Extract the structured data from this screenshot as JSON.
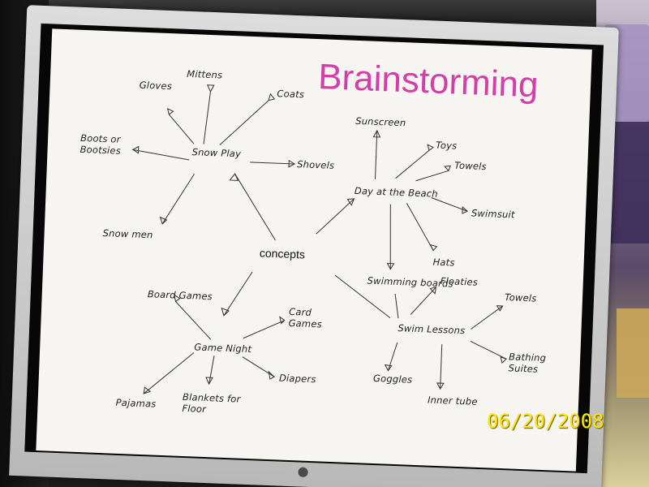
{
  "slide": {
    "title": "Brainstorming",
    "center": "concepts"
  },
  "clusters": {
    "snow_play": {
      "hub": "Snow Play",
      "items": {
        "gloves": "Gloves",
        "mittens": "Mittens",
        "coats": "Coats",
        "boots": "Boots or Bootsies",
        "shovels": "Shovels",
        "snowmen": "Snow men"
      }
    },
    "beach": {
      "hub": "Day at the Beach",
      "items": {
        "sunscreen": "Sunscreen",
        "toys": "Toys",
        "towels": "Towels",
        "swimsuit": "Swimsuit",
        "hats": "Hats",
        "swimming_boards": "Swimming boards"
      }
    },
    "game_night": {
      "hub": "Game Night",
      "items": {
        "board_games": "Board Games",
        "card_games": "Card Games",
        "diapers": "Diapers",
        "blankets": "Blankets for Floor",
        "pajamas": "Pajamas"
      }
    },
    "swim_lessons": {
      "hub": "Swim Lessons",
      "items": {
        "floaties": "Floaties",
        "towels": "Towels",
        "bathing_suites": "Bathing Suites",
        "inner_tube": "Inner tube",
        "goggles": "Goggles"
      }
    }
  },
  "photo": {
    "date_stamp": "06/20/2008"
  },
  "colors": {
    "title": "#d43ea8",
    "date_stamp": "#ffe600"
  }
}
